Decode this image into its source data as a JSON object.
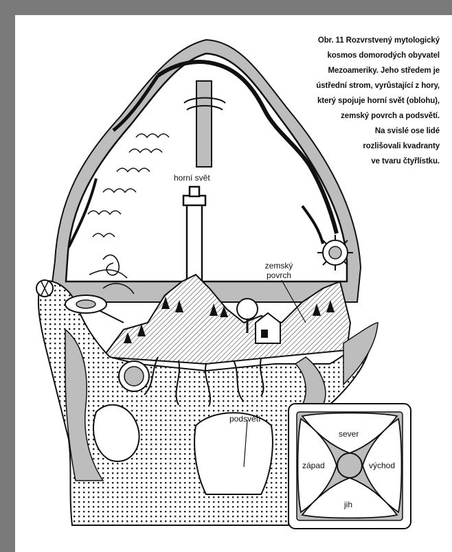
{
  "caption_lines": [
    "Obr. 11 Rozvrstvený mytologický",
    "kosmos domorodých obyvatel",
    "Mezoameriky. Jeho středem je",
    "ústřední strom, vyrůstající z hory,",
    "který spojuje horní svět (oblohu),",
    "zemský povrch a podsvětí.",
    "Na svislé ose lidé",
    "rozlišovali kvadranty",
    "ve tvaru čtyřlístku."
  ],
  "labels": {
    "upper_world": "horní svět",
    "earth_surface_line1": "zemský",
    "earth_surface_line2": "povrch",
    "underworld": "podsvětí"
  },
  "quadrants": {
    "north": "sever",
    "west": "západ",
    "east": "východ",
    "south": "jih"
  },
  "colors": {
    "frame": "#7a7a7a",
    "ink": "#111111",
    "gray_fill": "#bdbdbd",
    "paper": "#ffffff"
  }
}
